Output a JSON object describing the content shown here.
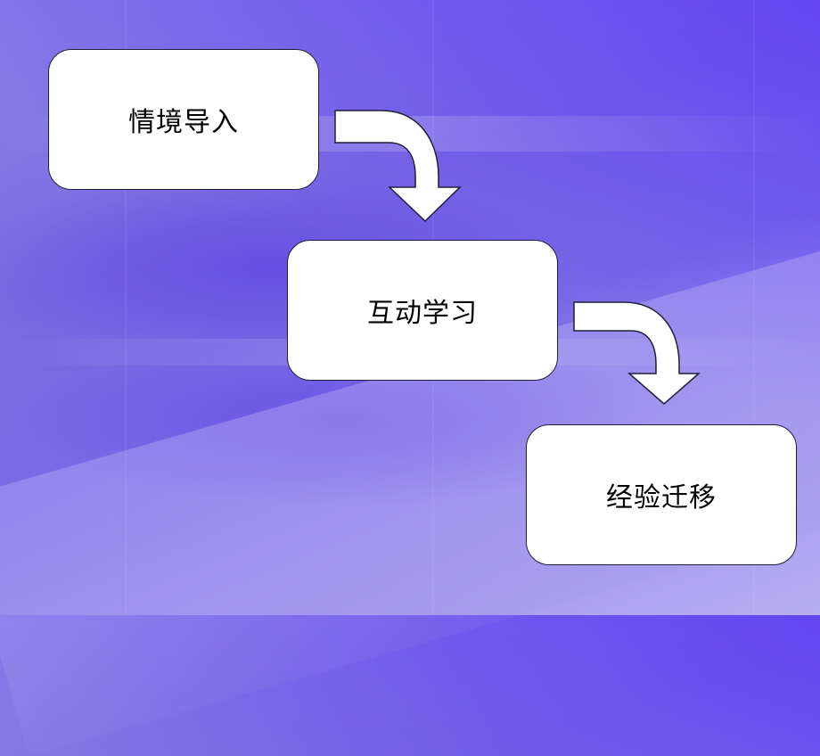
{
  "slide": {
    "background": {
      "base": "#7a6ae6",
      "accent_top_right": "#5a2eff",
      "light_bottom_left": "#c4bcf5"
    },
    "box_fill": "#ffffff",
    "box_border": "#1f1f3a",
    "arrow_fill": "#ffffff"
  },
  "flow": {
    "steps": [
      {
        "label": "情境导入"
      },
      {
        "label": "互动学习"
      },
      {
        "label": "经验迁移"
      }
    ],
    "connectors": [
      {
        "from": 0,
        "to": 1,
        "icon": "curved-down-arrow-icon"
      },
      {
        "from": 1,
        "to": 2,
        "icon": "curved-down-arrow-icon"
      }
    ]
  }
}
